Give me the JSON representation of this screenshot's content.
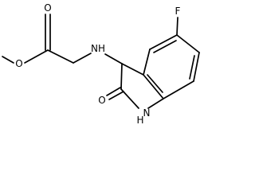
{
  "molecule": {
    "atom_labels": {
      "ester_oxygen": "O",
      "carbonyl_oxygen_ester": "O",
      "amine_nitrogen": "NH",
      "fluorine": "F",
      "lactam_oxygen": "O",
      "lactam_nitrogen": "H"
    },
    "ring_nitrogen_label": "N"
  }
}
